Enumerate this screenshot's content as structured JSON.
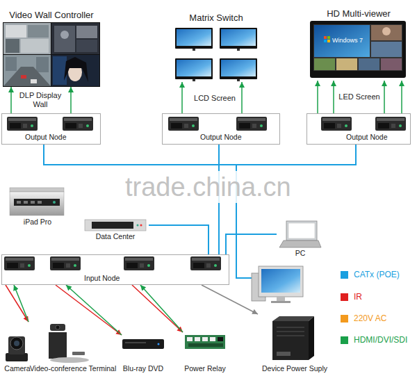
{
  "diagram": {
    "nodes": [
      {
        "text": [
          "Video Wall Controller"
        ]
      },
      {
        "text": [
          "Matrix Switch"
        ]
      },
      {
        "text": [
          "HD Multi-viewer"
        ]
      },
      {
        "text": [
          "Output Node"
        ]
      },
      {
        "text": [
          "Output Node"
        ]
      },
      {
        "text": [
          "Output Node"
        ]
      },
      {
        "text": [
          "iPad Pro"
        ]
      },
      {
        "text": [
          "Data Center"
        ]
      },
      {
        "text": [
          "PC"
        ]
      },
      {
        "text": [
          "Input Node"
        ]
      },
      {
        "text": [
          "Camera"
        ]
      },
      {
        "text": [
          "Video-conference Terminal"
        ]
      },
      {
        "text": [
          "Blu-ray DVD"
        ]
      },
      {
        "text": [
          "Power Relay"
        ]
      },
      {
        "text": [
          "Device Power Suply"
        ]
      }
    ],
    "edges": [
      {
        "from": 3,
        "to": 0,
        "arrow": "to"
      },
      {
        "from": 3,
        "to": 0,
        "arrow": "to"
      },
      {
        "from": 4,
        "to": 1,
        "arrow": "to"
      },
      {
        "from": 4,
        "to": 1,
        "arrow": "to"
      },
      {
        "from": 5,
        "to": 2,
        "arrow": "to"
      },
      {
        "from": 5,
        "to": 2,
        "arrow": "to"
      },
      {
        "from": 5,
        "to": 2,
        "arrow": "to"
      },
      {
        "from": 5,
        "to": 2,
        "arrow": "to"
      },
      {
        "from": 9,
        "to": 3,
        "arrow": "none"
      },
      {
        "from": 9,
        "to": 4,
        "arrow": "none"
      },
      {
        "from": 9,
        "to": 5,
        "arrow": "none"
      },
      {
        "from": 7,
        "to": 9,
        "arrow": "none"
      },
      {
        "from": 8,
        "to": 9,
        "arrow": "none"
      },
      {
        "from": 9,
        "to": 11,
        "arrow": "to"
      },
      {
        "from": 11,
        "to": 9,
        "arrow": "to"
      },
      {
        "from": 9,
        "to": 12,
        "arrow": "to"
      },
      {
        "from": 12,
        "to": 9,
        "arrow": "to"
      },
      {
        "from": 9,
        "to": 13,
        "arrow": "to"
      },
      {
        "from": 13,
        "to": 9,
        "arrow": "to"
      },
      {
        "from": 9,
        "to": 14,
        "arrow": "to"
      },
      {
        "from": 14,
        "to": 15,
        "arrow": "to"
      }
    ],
    "labels": [
      "DLP Display Wall",
      "LCD Screen",
      "LED Screen",
      "Windows 7",
      "trade.china.cn"
    ],
    "legend": [
      {
        "text": "CATx (POE)",
        "color": "#1a9fe0"
      },
      {
        "text": "IR",
        "color": "#e02020"
      },
      {
        "text": "220V AC",
        "color": "#f39a1e"
      },
      {
        "text": "HDMI/DVI/SDI",
        "color": "#1aa04a"
      }
    ]
  }
}
